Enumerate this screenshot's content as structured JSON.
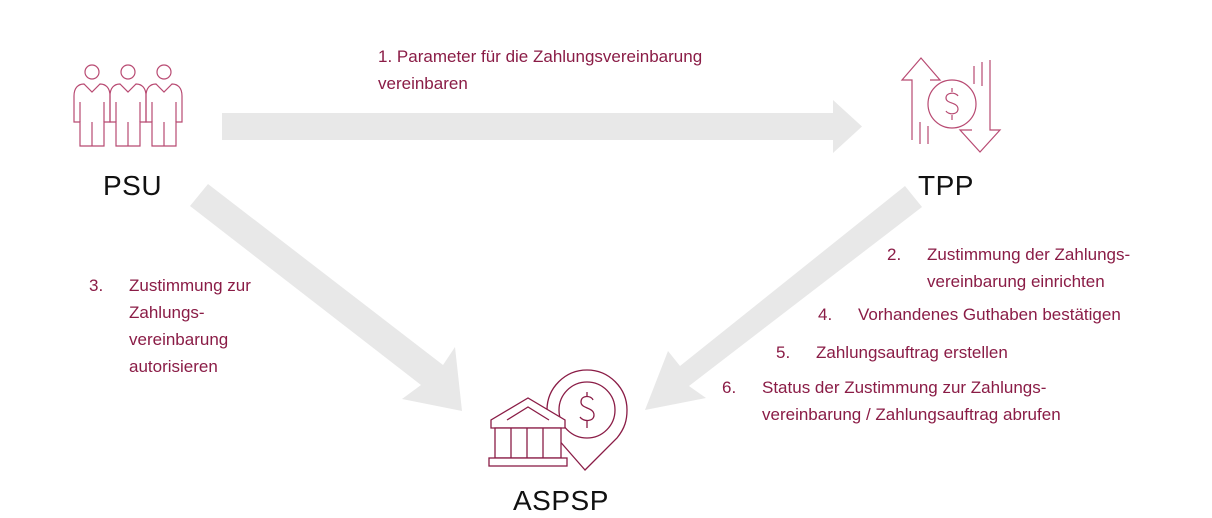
{
  "colors": {
    "text_accent": "#8a1c46",
    "icon_stroke": "#b84a72",
    "arrow_fill": "#e8e8e8",
    "label_text": "#111111"
  },
  "actors": {
    "psu": {
      "label": "PSU",
      "icon": "people-group-icon"
    },
    "tpp": {
      "label": "TPP",
      "icon": "money-exchange-icon"
    },
    "aspsp": {
      "label": "ASPSP",
      "icon": "bank-location-icon"
    }
  },
  "steps": [
    {
      "num": "1.",
      "lines": [
        "Parameter für die Zahlungsvereinbarung",
        "vereinbaren"
      ],
      "flow": "PSU → TPP"
    },
    {
      "num": "2.",
      "lines": [
        "Zustimmung der Zahlungs-",
        "vereinbarung einrichten"
      ],
      "flow": "TPP → ASPSP"
    },
    {
      "num": "3.",
      "lines": [
        "Zustimmung zur",
        "Zahlungs-",
        "vereinbarung",
        "autorisieren"
      ],
      "flow": "PSU → ASPSP"
    },
    {
      "num": "4.",
      "lines": [
        "Vorhandenes Guthaben bestätigen"
      ],
      "flow": "TPP → ASPSP"
    },
    {
      "num": "5.",
      "lines": [
        "Zahlungsauftrag erstellen"
      ],
      "flow": "TPP → ASPSP"
    },
    {
      "num": "6.",
      "lines": [
        "Status der Zustimmung zur Zahlungs-",
        "vereinbarung / Zahlungsauftrag abrufen"
      ],
      "flow": "TPP → ASPSP"
    }
  ],
  "arrows": [
    {
      "from": "PSU",
      "to": "TPP",
      "direction": "right"
    },
    {
      "from": "PSU",
      "to": "ASPSP",
      "direction": "down-right"
    },
    {
      "from": "TPP",
      "to": "ASPSP",
      "direction": "down-left"
    }
  ]
}
